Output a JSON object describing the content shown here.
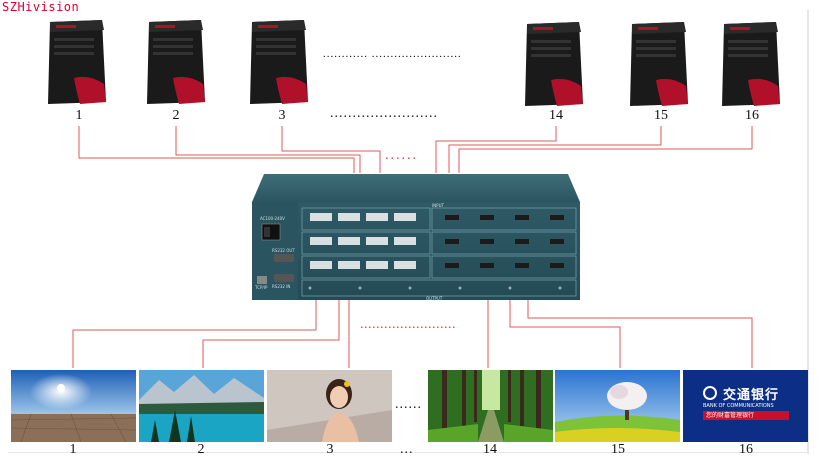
{
  "brand": "SZHivision",
  "sources": {
    "labels": [
      "1",
      "2",
      "3",
      "14",
      "15",
      "16"
    ],
    "ellipsis_top": "............ ........................",
    "ellipsis_mid": "........................",
    "ellipsis_red": "......"
  },
  "outputs": {
    "labels": [
      "1",
      "2",
      "3",
      "14",
      "15",
      "16"
    ],
    "ellipsis_mid": "......",
    "ellipsis_bottom": "...",
    "ellipsis_red": "........................"
  },
  "device": {
    "input_label": "INPUT",
    "output_label": "OUTPUT",
    "power_label": "AC100-240V",
    "rs232_out_label": "RS232 OUT",
    "rs232_in_label": "RS232 IN",
    "tcpip_label": "TCP/IP"
  },
  "bank_panel": {
    "name_cn": "交通银行",
    "name_en": "BANK OF COMMUNICATIONS",
    "slogan_cn": "您的财富管理银行"
  },
  "colors": {
    "line": "#e05a5a",
    "device": "#2f5963",
    "pc_accent": "#b0102a",
    "bank_blue": "#0d2e86"
  }
}
